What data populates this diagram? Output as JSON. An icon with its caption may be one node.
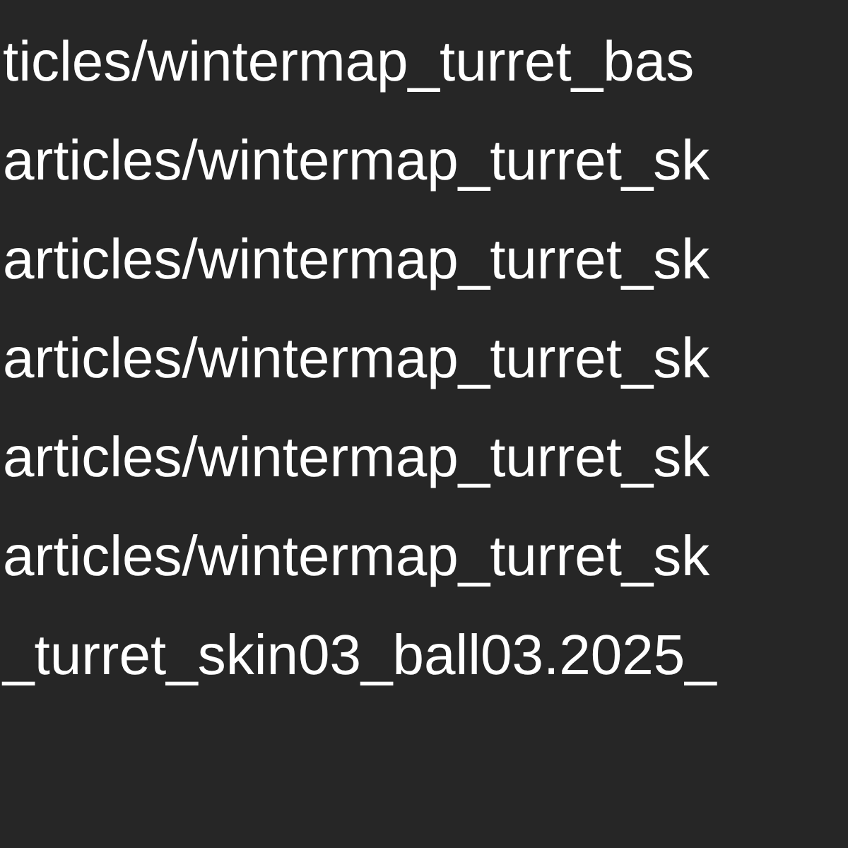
{
  "diagram": {
    "labels": [
      "ticles/wintermap_turret_bas",
      "articles/wintermap_turret_sk",
      "articles/wintermap_turret_sk",
      "articles/wintermap_turret_sk",
      "articles/wintermap_turret_sk",
      "articles/wintermap_turret_sk",
      "_turret_skin03_ball03.2025_"
    ]
  }
}
